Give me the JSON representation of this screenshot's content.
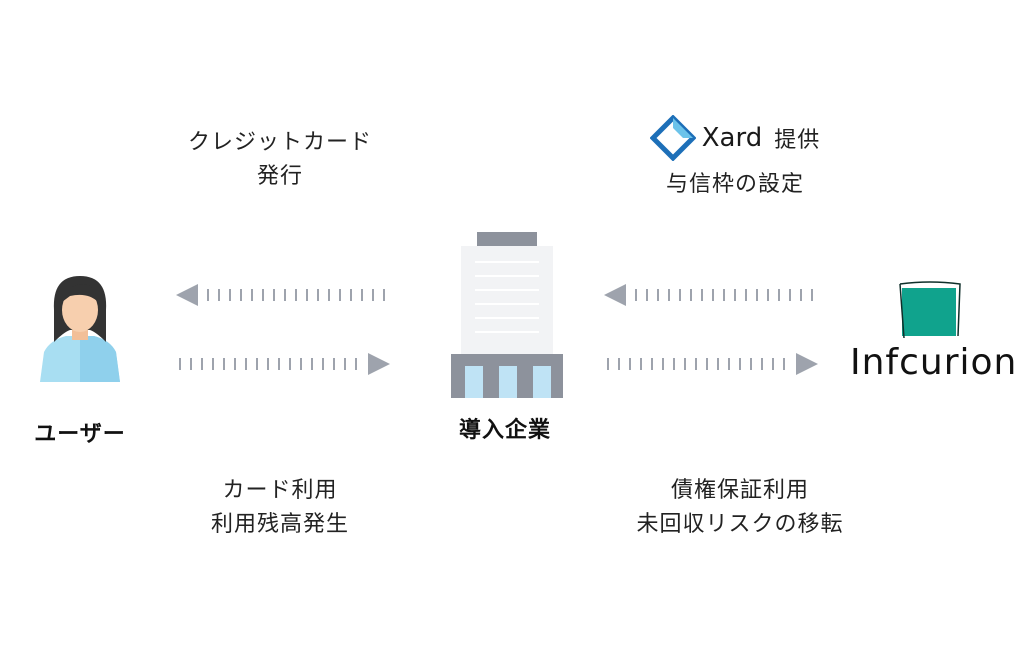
{
  "nodes": {
    "user": {
      "label": "ユーザー"
    },
    "company": {
      "label": "導入企業"
    },
    "partner": {
      "logo_text": "Infcurion"
    }
  },
  "captions": {
    "top_left": {
      "line1": "クレジットカード",
      "line2": "発行"
    },
    "top_right": {
      "brand": "Xard",
      "brand_suffix": "提供",
      "line2": "与信枠の設定"
    },
    "bottom_left": {
      "line1": "カード利用",
      "line2": "利用残高発生"
    },
    "bottom_right": {
      "line1": "債権保証利用",
      "line2": "未回収リスクの移転"
    }
  },
  "colors": {
    "arrow": "#9ea3ad",
    "xard_blue": "#1d6fb8",
    "xard_light": "#6cc3ea",
    "infcurion_green": "#10a38d",
    "building_dark": "#8d929c",
    "building_light": "#f2f3f5",
    "window_blue": "#bfe3f5",
    "user_shirt": "#a8def2",
    "user_hair": "#333333",
    "user_skin": "#f7cfae"
  }
}
